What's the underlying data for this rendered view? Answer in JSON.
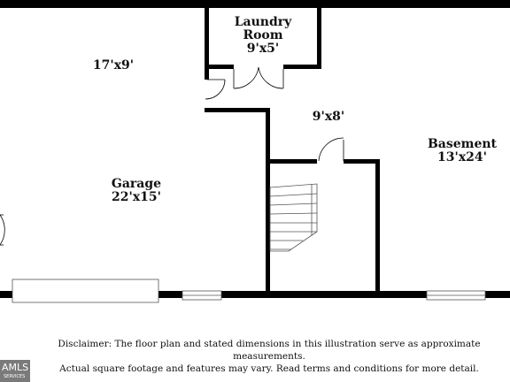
{
  "rooms": {
    "laundry": {
      "name_line1": "Laundry",
      "name_line2": "Room",
      "dims": "9'x5'"
    },
    "upper_left": {
      "dims": "17'x9'"
    },
    "garage": {
      "name": "Garage",
      "dims": "22'x15'"
    },
    "stair_area": {
      "dims": "9'x8'"
    },
    "basement": {
      "name": "Basement",
      "dims": "13'x24'"
    }
  },
  "disclaimer": {
    "line1": "Disclaimer: The floor plan and stated dimensions in this illustration serve as approximate measurements.",
    "line2": "Actual square footage and features may vary. Read terms and conditions for more detail."
  },
  "logo": {
    "text": "AMLS",
    "subtext": "SERVICES"
  },
  "colors": {
    "wall": "#000000",
    "background": "#ffffff",
    "logo": "#7a7a7a"
  }
}
